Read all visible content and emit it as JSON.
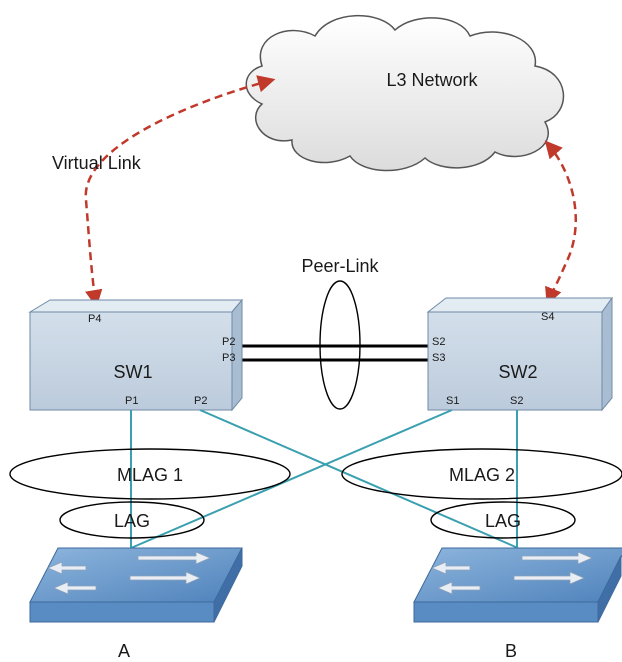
{
  "cloud": {
    "label": "L3 Network"
  },
  "virtual_link": {
    "label": "Virtual Link",
    "color": "#c0392b"
  },
  "peer_link": {
    "label": "Peer-Link"
  },
  "switches": {
    "sw1": {
      "name": "SW1",
      "ports": {
        "top": "P4",
        "peer_a": "P2",
        "peer_b": "P3",
        "down_a": "P1",
        "down_b": "P2"
      }
    },
    "sw2": {
      "name": "SW2",
      "ports": {
        "top": "S4",
        "peer_a": "S2",
        "peer_b": "S3",
        "down_a": "S1",
        "down_b": "S2"
      }
    }
  },
  "mlags": [
    {
      "label": "MLAG 1"
    },
    {
      "label": "MLAG 2"
    }
  ],
  "lags": [
    {
      "label": "LAG"
    },
    {
      "label": "LAG"
    }
  ],
  "access_switches": [
    {
      "label": "A"
    },
    {
      "label": "B"
    }
  ],
  "colors": {
    "switch_fill": "#c9d7e6",
    "switch_stroke": "#6f8aa6",
    "access_fill": "#6f9ccd",
    "uplink": "#3aa0b0",
    "peer_link": "#000000"
  }
}
